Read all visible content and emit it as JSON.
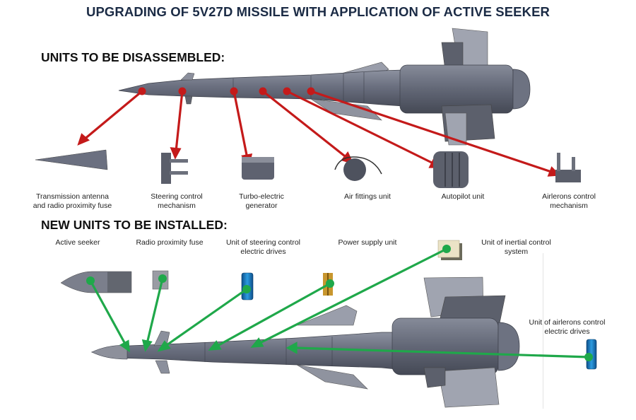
{
  "title": "UPGRADING OF 5V27D MISSILE WITH APPLICATION OF ACTIVE SEEKER",
  "sections": {
    "disassembled": {
      "heading": "UNITS TO BE DISASSEMBLED:",
      "arrow_color": "#c41a1a",
      "units": [
        {
          "line1": "Transmission antenna",
          "line2": "and radio proximity fuse"
        },
        {
          "line1": "Steering control",
          "line2": "mechanism"
        },
        {
          "line1": "Turbo-electric",
          "line2": "generator"
        },
        {
          "line1": "Air fittings unit",
          "line2": ""
        },
        {
          "line1": "Autopilot unit",
          "line2": ""
        },
        {
          "line1": "Airlerons control",
          "line2": "mechanism"
        }
      ]
    },
    "installed": {
      "heading": "NEW UNITS TO BE INSTALLED:",
      "arrow_color": "#1fa84a",
      "units": [
        {
          "line1": "Active seeker",
          "line2": ""
        },
        {
          "line1": "Radio proximity fuse",
          "line2": ""
        },
        {
          "line1": "Unit of steering control",
          "line2": "electric drives"
        },
        {
          "line1": "Power supply unit",
          "line2": ""
        },
        {
          "line1": "Unit of inertial control",
          "line2": "system"
        },
        {
          "line1": "Unit of airlerons control",
          "line2": "electric drives"
        }
      ]
    }
  },
  "colors": {
    "title": "#1b2b45",
    "missile_body": "#6f7585",
    "missile_dark": "#4e5362",
    "fin_light": "#9a9eab",
    "blue_unit": "#1e7fc8",
    "gold_unit": "#c8962e"
  }
}
